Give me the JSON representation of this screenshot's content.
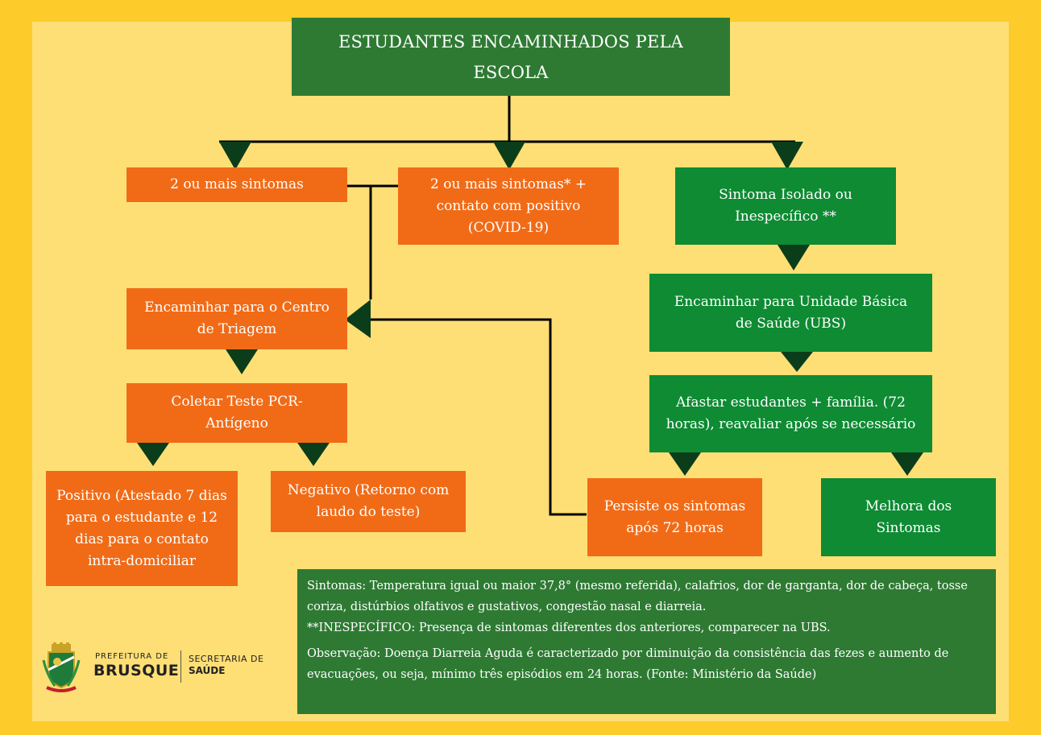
{
  "title": "ESTUDANTES ENCAMINHADOS PELA ESCOLA",
  "nodes": {
    "two_symptoms": "2 ou mais sintomas",
    "two_symptoms_contact": "2 ou mais sintomas* + contato com positivo (COVID-19)",
    "isolated_symptom": "Sintoma Isolado ou Inespecífico **",
    "triage_center": "Encaminhar para o Centro de Triagem",
    "ubs": "Encaminhar para Unidade Básica de Saúde (UBS)",
    "pcr_test": "Coletar Teste PCR-Antígeno",
    "remove_family": "Afastar estudantes + família. (72 horas), reavaliar após se necessário",
    "positive": "Positivo (Atestado 7 dias para o estudante e 12 dias para o contato intra-domiciliar",
    "negative": "Negativo (Retorno com laudo do teste)",
    "persist": "Persiste os sintomas após 72 horas",
    "improve": "Melhora dos Sintomas"
  },
  "notes": {
    "symptoms": "Sintomas: Temperatura igual ou maior 37,8° (mesmo referida), calafrios, dor de garganta, dor de cabeça, tosse coriza, distúrbios olfativos e gustativos, congestão nasal e diarreia.",
    "nonspecific": "**INESPECÍFICO: Presença de sintomas diferentes dos anteriores, comparecer na UBS.",
    "observation": "Observação: Doença Diarreia Aguda é caracterizado por diminuição da consistência das fezes e aumento de evacuações, ou seja, mínimo três episódios em 24 horas. (Fonte: Ministério da Saúde)"
  },
  "logo": {
    "prefeitura_small": "PREFEITURA DE",
    "prefeitura_big": "BRUSQUE",
    "secretaria_1": "SECRETARIA DE",
    "secretaria_2": "SAÚDE"
  },
  "colors": {
    "outer": "#FDCB2A",
    "panel": "#FEDF76",
    "orange": "#F16B17",
    "green": "#0E8B33",
    "dark_green": "#2E7A33",
    "arrow": "#0B3D1A"
  }
}
